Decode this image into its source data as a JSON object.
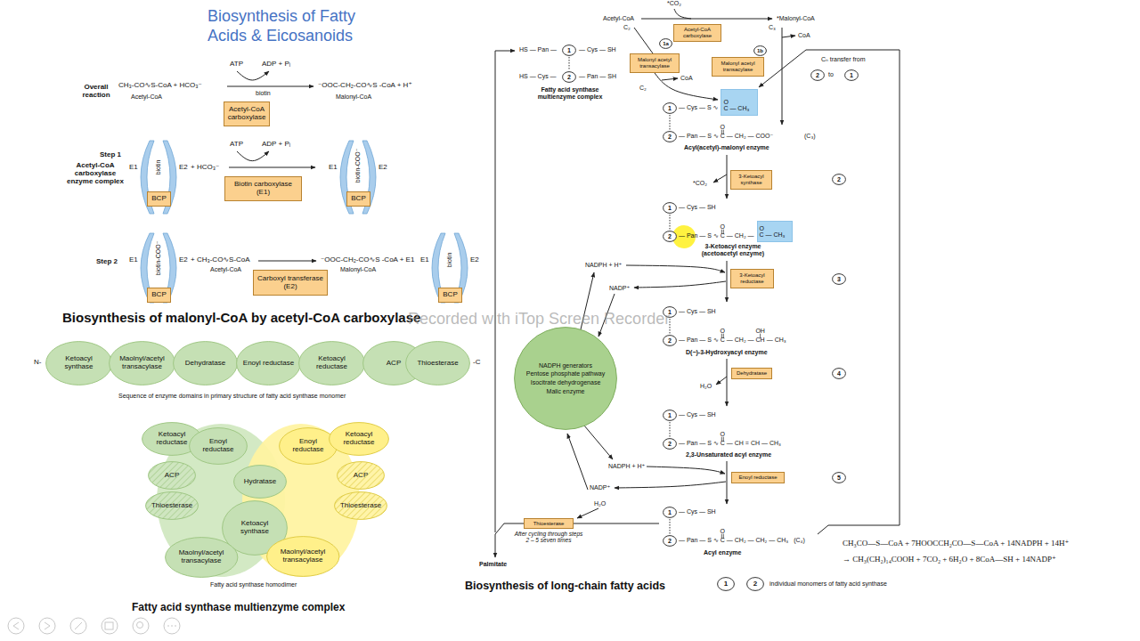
{
  "diagram": {
    "title": "Biosynthesis of Fatty Acids & Eicosanoids",
    "nodes": [
      {
        "text": [
          "Acetyl-CoA carboxylase"
        ]
      },
      {
        "text": [
          "BCP"
        ]
      },
      {
        "text": [
          "Biotin carboxylase (E1)"
        ]
      },
      {
        "text": [
          "BCP"
        ]
      },
      {
        "text": [
          "BCP"
        ]
      },
      {
        "text": [
          "Carboxyl transferase (E2)"
        ]
      },
      {
        "text": [
          "BCP"
        ]
      },
      {
        "text": [
          "Ketoacyl synthase"
        ]
      },
      {
        "text": [
          "Maolnyl/acetyl transacylase"
        ]
      },
      {
        "text": [
          "Dehydratase"
        ]
      },
      {
        "text": [
          "Enoyl reductase"
        ]
      },
      {
        "text": [
          "Ketoacyl reductase"
        ]
      },
      {
        "text": [
          "ACP"
        ]
      },
      {
        "text": [
          "Thioesterase"
        ]
      },
      {
        "text": [
          "Ketoacyl reductase"
        ]
      },
      {
        "text": [
          "Enoyl reductase"
        ]
      },
      {
        "text": [
          "Enoyl reductase"
        ]
      },
      {
        "text": [
          "Ketoacyl reductase"
        ]
      },
      {
        "text": [
          "ACP"
        ]
      },
      {
        "text": [
          "Hydratase"
        ]
      },
      {
        "text": [
          "ACP"
        ]
      },
      {
        "text": [
          "Thioesterase"
        ]
      },
      {
        "text": [
          "Thioesterase"
        ]
      },
      {
        "text": [
          "Ketoacyl synthase"
        ]
      },
      {
        "text": [
          "Maolnyl/acetyl transacylase"
        ]
      },
      {
        "text": [
          "Maolnyl/acetyl transacylase"
        ]
      },
      {
        "text": [
          "1"
        ]
      },
      {
        "text": [
          "2"
        ]
      },
      {
        "text": [
          "Acetyl-CoA carboxylase"
        ]
      },
      {
        "text": [
          "1a"
        ]
      },
      {
        "text": [
          "Malonyl acetyl transacylase"
        ]
      },
      {
        "text": [
          "1b"
        ]
      },
      {
        "text": [
          "Malonyl acetyl transacylase"
        ]
      },
      {
        "text": [
          "2"
        ]
      },
      {
        "text": [
          "1"
        ]
      },
      {
        "text": [
          "1"
        ]
      },
      {
        "text": [
          "O",
          "C — CH₃"
        ]
      },
      {
        "text": [
          "2"
        ]
      },
      {
        "text": [
          "3-Ketoacyl synthase"
        ]
      },
      {
        "text": [
          "2"
        ]
      },
      {
        "text": [
          "1"
        ]
      },
      {
        "text": [
          "2"
        ]
      },
      {
        "text": [
          "O",
          "C — CH₃"
        ]
      },
      {
        "text": [
          "3-Ketoacyl reductase"
        ]
      },
      {
        "text": [
          "3"
        ]
      },
      {
        "text": [
          "NADPH generators",
          "Pentose phosphate pathway",
          "Isocitrate dehydrogenase",
          "Malic enzyme"
        ]
      },
      {
        "text": [
          "1"
        ]
      },
      {
        "text": [
          "2"
        ]
      },
      {
        "text": [
          "Dehydratase"
        ]
      },
      {
        "text": [
          "4"
        ]
      },
      {
        "text": [
          "1"
        ]
      },
      {
        "text": [
          "2"
        ]
      },
      {
        "text": [
          "Enoyl reductase"
        ]
      },
      {
        "text": [
          "5"
        ]
      },
      {
        "text": [
          "Thioesterase"
        ]
      },
      {
        "text": [
          "1"
        ]
      },
      {
        "text": [
          "2"
        ]
      },
      {
        "text": [
          "1"
        ]
      },
      {
        "text": [
          "2"
        ]
      }
    ],
    "labels": [
      "Overall reaction",
      "CH₃-CO∿S-CoA + HCO₃⁻",
      "Acetyl-CoA",
      "ATP",
      "ADP + Pᵢ",
      "biotin",
      "⁻OOC-CH₂-CO∿S -CoA + H⁺",
      "Malonyl-CoA",
      "Step 1",
      "Acetyl-CoA carboxylase enzyme complex",
      "E1",
      "biotin",
      "E2",
      "+ HCO₃⁻",
      "ATP",
      "ADP + Pᵢ",
      "E1",
      "biotin-COO⁻",
      "E2",
      "Step 2",
      "E1",
      "biotin-COO⁻",
      "E2",
      "+ CH₃-CO∿S-CoA",
      "Acetyl-CoA",
      "⁻OOC-CH₂-CO∿S -CoA + E1",
      "Malonyl-CoA",
      "E1",
      "biotin",
      "E2",
      "Biosynthesis of malonyl-CoA by acetyl-CoA carboxylase",
      "N-",
      "-C",
      "Sequence of enzyme domains in primary structure of fatty acid synthase monomer",
      "Fatty acid synthase homodimer",
      "Fatty acid synthase multienzyme complex",
      "*CO₂",
      "Acetyl-CoA",
      "C₂",
      "*Malonyl-CoA",
      "C₃",
      "CoA",
      "C₂",
      "CoA",
      "Cₙ transfer from",
      "to",
      "HS — Pan —",
      "— Cys — SH",
      "HS — Cys —",
      "— Pan — SH",
      "Fatty acid synthase multienzyme complex",
      "— Cys — S ∿",
      "— Pan — S ∿",
      "C",
      "— CH₂ — COO⁻",
      "O",
      "(C₃)",
      "Acyl(acetyl)-malonyl enzyme",
      "*CO₂",
      "— Cys — SH",
      "— Pan — S ∿",
      "C",
      "— CH₂ —",
      "O",
      "3-Ketoacyl enzyme (acetoacetyl enzyme)",
      "NADPH + H⁺",
      "NADP⁺",
      "— Cys — SH",
      "— Pan — S ∿",
      "C",
      "— CH₂ —",
      "CH",
      "— CH₃",
      "O",
      "OH",
      "D(−)-3-Hydroxyacyl enzyme",
      "H₂O",
      "— Cys — SH",
      "— Pan — S ∿",
      "C",
      "— CH = CH — CH₃",
      "O",
      "2,3-Unsaturated acyl enzyme",
      "NADPH + H⁺",
      "NADP⁺",
      "H₂O",
      "— Cys — SH",
      "— Pan — S ∿",
      "C",
      "— CH₂ — CH₂ — CH₃",
      "O",
      "(C₄)",
      "Acyl enzyme",
      "After cycling through steps 2 – 5 seven times",
      "Palmitate",
      "CH₃CO—S—CoA + 7HOOCCH₂CO—S—CoA + 14NADPH + 14H⁺",
      "→ CH₃(CH₂)₁₄COOH + 7CO₂ + 6H₂O + 8CoA—SH + 14NADP⁺",
      "Biosynthesis of long-chain fatty acids",
      "Recorded with iTop Screen Recorder"
    ],
    "legend": [
      {
        "text": "individual monomers of fatty acid synthase"
      }
    ]
  }
}
